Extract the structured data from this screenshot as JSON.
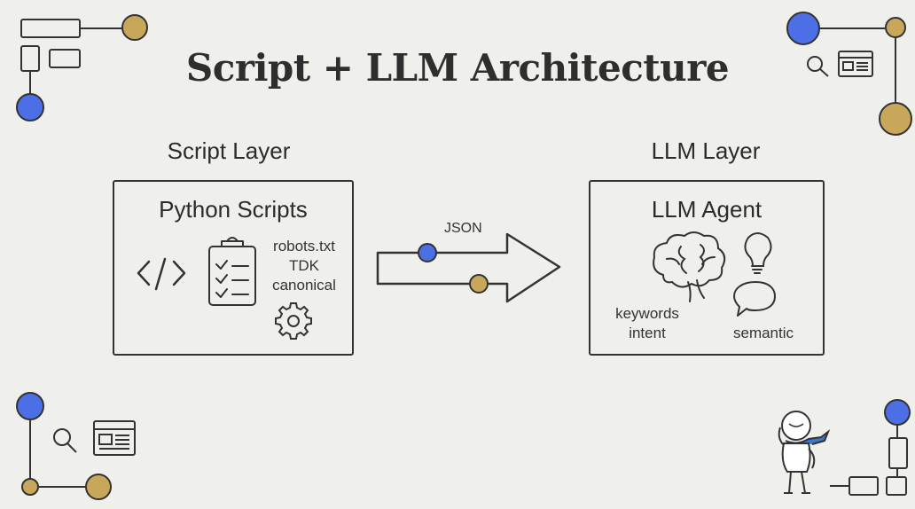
{
  "title": "Script + LLM Architecture",
  "script_layer": {
    "label": "Script Layer",
    "box_title": "Python Scripts",
    "items": [
      "robots.txt",
      "TDK",
      "canonical"
    ]
  },
  "llm_layer": {
    "label": "LLM Layer",
    "box_title": "LLM Agent",
    "left_items": [
      "keywords",
      "intent"
    ],
    "right_item": "semantic"
  },
  "connector": {
    "label": "JSON"
  },
  "colors": {
    "blue": "#4d6fe6",
    "gold": "#c9a75a",
    "ink": "#333333",
    "background": "#efefeb",
    "scarf": "#3a78c9"
  },
  "icons": [
    "code-icon",
    "clipboard-checklist-icon",
    "gear-icon",
    "brain-icon",
    "lightbulb-icon",
    "speech-bubble-icon",
    "magnifier-icon",
    "browser-window-icon",
    "person-figure-icon"
  ]
}
